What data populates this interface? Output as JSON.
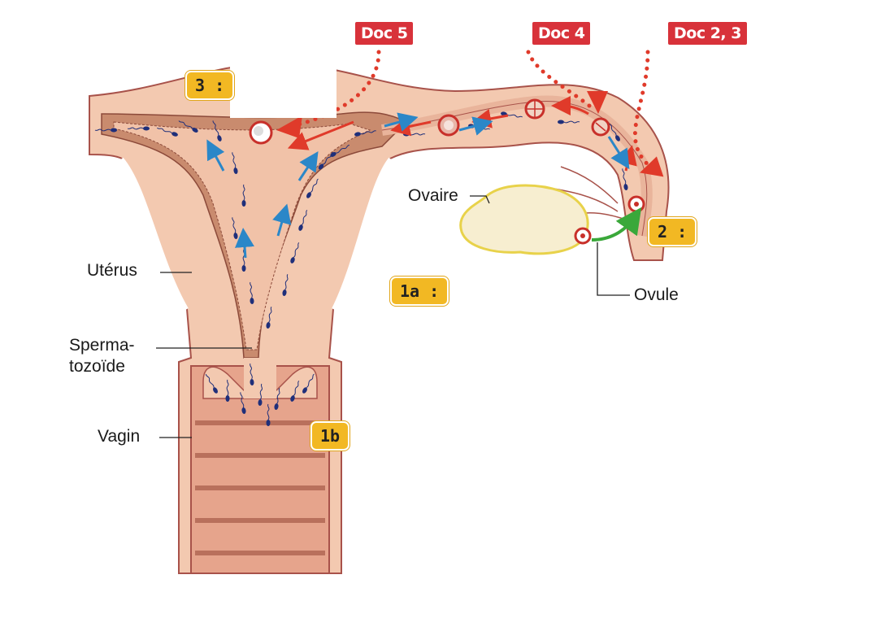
{
  "doc_labels": {
    "doc5": "Doc 5",
    "doc4": "Doc 4",
    "doc23": "Doc 2, 3"
  },
  "answer_tags": {
    "t3": "3 :",
    "t2": "2 :",
    "t1a": "1a :",
    "t1b": "1b"
  },
  "anatomy_labels": {
    "ovaire": "Ovaire",
    "ovule": "Ovule",
    "uterus": "Utérus",
    "sperm_line1": "Sperma-",
    "sperm_line2": "tozoïde",
    "vagin": "Vagin"
  },
  "colors": {
    "tissue": "#f3c9b0",
    "wall": "#c98b6e",
    "red_arrow": "#e03a2a",
    "blue_arrow": "#2b87c8",
    "green_arrow": "#3aa83a",
    "sperm": "#1f2f7a",
    "doc_red": "#d8323a",
    "tag_yellow": "#f2b823"
  }
}
